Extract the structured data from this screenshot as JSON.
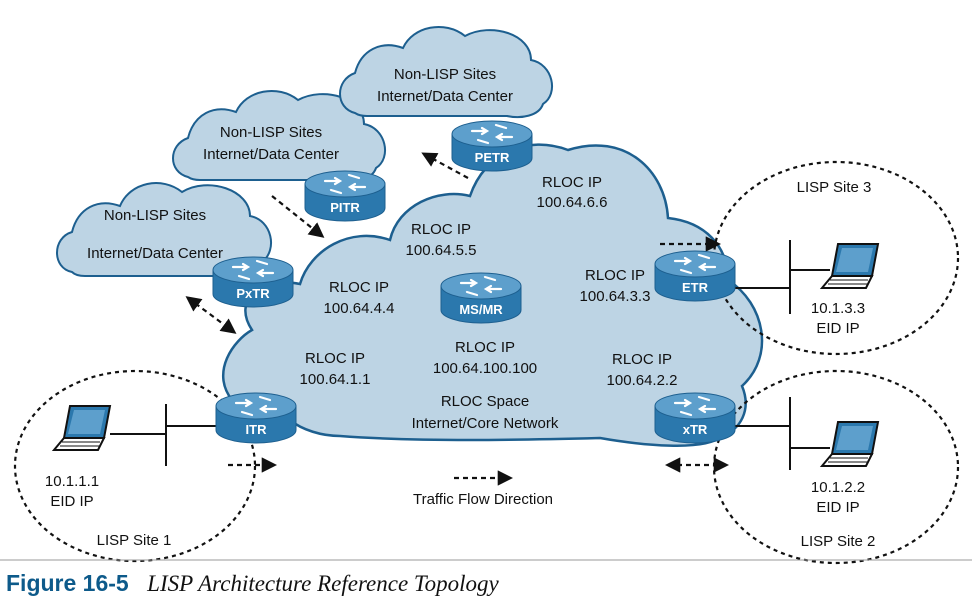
{
  "colors": {
    "cloud_fill": "#bdd4e4",
    "cloud_stroke": "#1d5f8f",
    "router_fill": "#2b78ad",
    "router_top": "#5d9fcc",
    "figure_number": "#0d5a8a"
  },
  "clouds": {
    "non_lisp_1": {
      "line1": "Non-LISP Sites",
      "line2": "Internet/Data Center"
    },
    "non_lisp_2": {
      "line1": "Non-LISP Sites",
      "line2": "Internet/Data Center"
    },
    "non_lisp_3": {
      "line1": "Non-LISP Sites",
      "line2": "Internet/Data Center"
    },
    "core": {
      "line1": "RLOC Space",
      "line2": "Internet/Core Network"
    }
  },
  "routers": {
    "petr": "PETR",
    "pitr": "PITR",
    "pxtr": "PxTR",
    "msmr": "MS/MR",
    "etr": "ETR",
    "itr": "ITR",
    "xtr": "xTR"
  },
  "rlocs": {
    "petr": {
      "label": "RLOC IP",
      "ip": "100.64.6.6"
    },
    "pitr": {
      "label": "RLOC IP",
      "ip": "100.64.5.5"
    },
    "pxtr": {
      "label": "RLOC IP",
      "ip": "100.64.4.4"
    },
    "etr": {
      "label": "RLOC IP",
      "ip": "100.64.3.3"
    },
    "itr": {
      "label": "RLOC IP",
      "ip": "100.64.1.1"
    },
    "msmr": {
      "label": "RLOC IP",
      "ip": "100.64.100.100"
    },
    "xtr": {
      "label": "RLOC IP",
      "ip": "100.64.2.2"
    }
  },
  "sites": {
    "site1": {
      "name": "LISP Site 1",
      "eid": "10.1.1.1",
      "eid_label": "EID IP"
    },
    "site2": {
      "name": "LISP Site 2",
      "eid": "10.1.2.2",
      "eid_label": "EID IP"
    },
    "site3": {
      "name": "LISP Site 3",
      "eid": "10.1.3.3",
      "eid_label": "EID IP"
    }
  },
  "legend": {
    "traffic_flow": "Traffic Flow Direction"
  },
  "caption": {
    "number": "Figure 16-5",
    "title": "LISP Architecture Reference Topology"
  }
}
